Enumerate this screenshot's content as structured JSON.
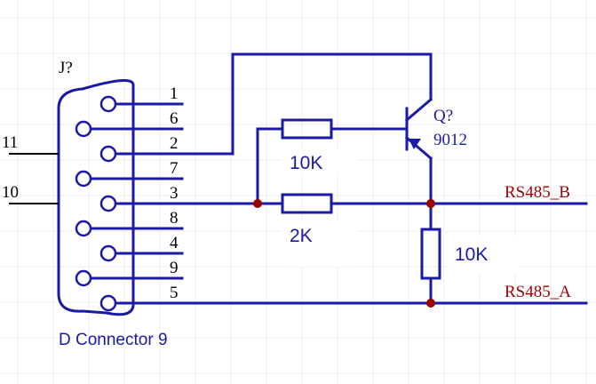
{
  "connector": {
    "designator": "J?",
    "name": "D Connector 9",
    "pins": [
      "1",
      "6",
      "2",
      "7",
      "3",
      "8",
      "4",
      "9",
      "5"
    ]
  },
  "nets": {
    "left_top": "11",
    "left_bottom": "10",
    "rs485_b": "RS485_B",
    "rs485_a": "RS485_A"
  },
  "transistor": {
    "designator": "Q?",
    "part": "9012"
  },
  "resistors": {
    "r_base": "10K",
    "r_series": "2K",
    "r_pullup": "10K"
  },
  "colors": {
    "wire": "#1a1aa6",
    "junction": "#9b0000",
    "net_label": "#9b0000",
    "background": "#ffffff"
  }
}
